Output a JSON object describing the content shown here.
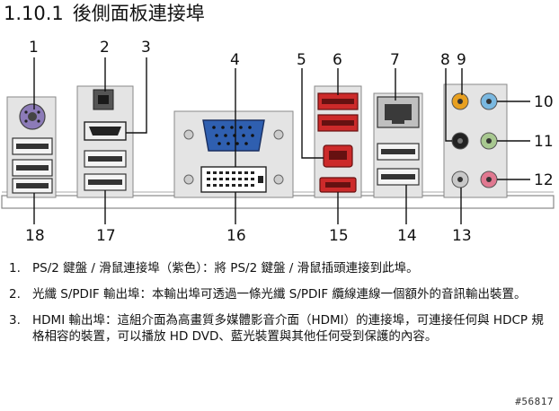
{
  "header": {
    "section_number": "1.10.1",
    "title": "後側面板連接埠"
  },
  "callouts": [
    "1",
    "2",
    "3",
    "4",
    "5",
    "6",
    "7",
    "8",
    "9",
    "10",
    "11",
    "12",
    "13",
    "14",
    "15",
    "16",
    "17",
    "18"
  ],
  "items": [
    {
      "num": "1.",
      "text": "PS/2 鍵盤 / 滑鼠連接埠（紫色）：將 PS/2 鍵盤 / 滑鼠插頭連接到此埠。"
    },
    {
      "num": "2.",
      "text": "光纖 S/PDIF 輸出埠：本輸出埠可透過一條光纖 S/PDIF 纜線連線一個額外的音訊輸出裝置。"
    },
    {
      "num": "3.",
      "text": "HDMI 輸出埠：這組介面為高畫質多媒體影音介面（HDMI）的連接埠，可連接任何與 HDCP 規格相容的裝置，可以播放 HD DVD、藍光裝置與其他任何受到保護的內容。"
    }
  ],
  "watermark": "#56817",
  "colors": {
    "ps2": "#8c7bb8",
    "vga": "#2f5fb0",
    "esata": "#cc2a2a",
    "audio_orange": "#e8a020",
    "audio_blue": "#7ab8e0",
    "audio_green": "#a8c890",
    "audio_pink": "#e07890",
    "audio_gray": "#c8c8c8",
    "audio_black": "#222222"
  }
}
